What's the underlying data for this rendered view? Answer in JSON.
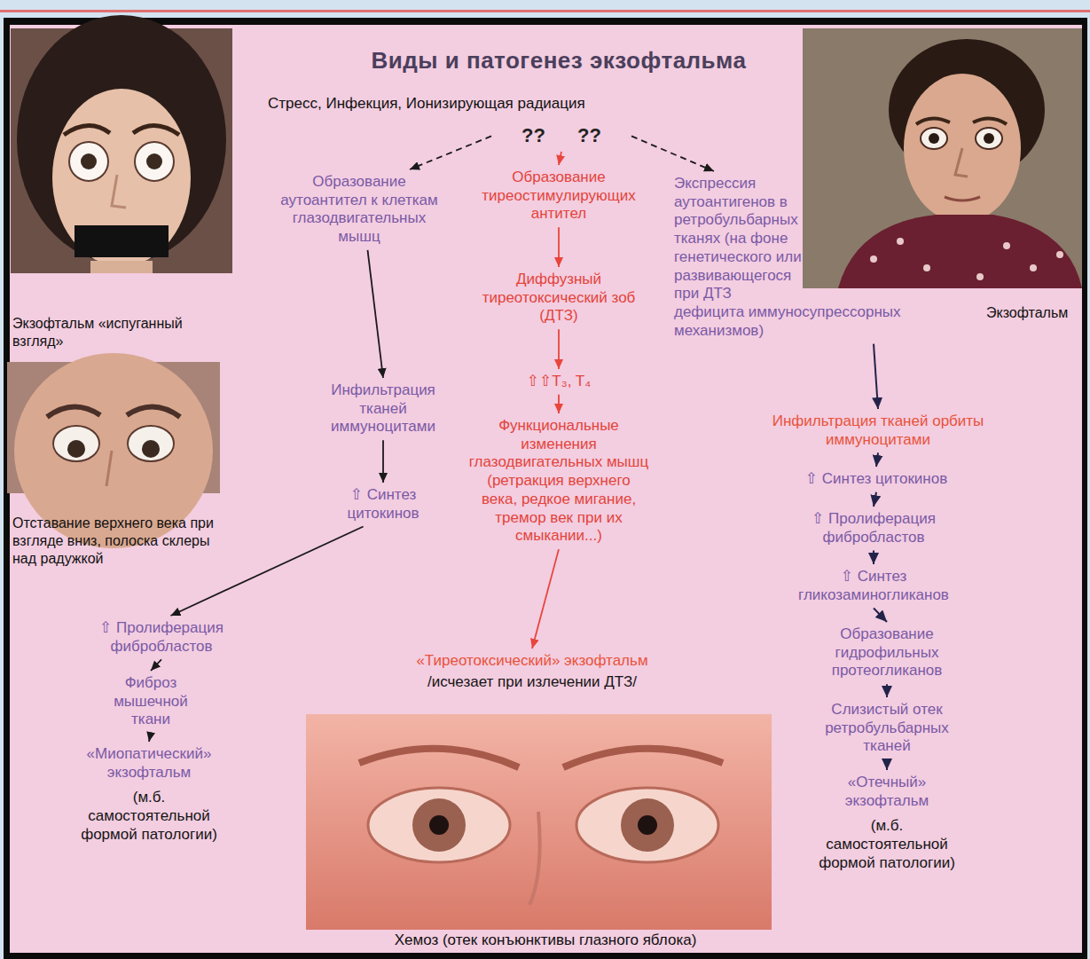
{
  "diagram": {
    "title": "Виды и патогенез экзофтальма",
    "nodes": [
      {
        "text": [
          "?? ??"
        ]
      },
      {
        "text": [
          "Образование аутоантител к клеткам глазодвигательных мышц"
        ]
      },
      {
        "text": [
          "Инфильтрация тканей иммуноцитами"
        ]
      },
      {
        "text": [
          "⇧ Синтез цитокинов"
        ]
      },
      {
        "text": [
          "⇧ Пролиферация фибробластов"
        ]
      },
      {
        "text": [
          "Фиброз мышечной ткани"
        ]
      },
      {
        "text": [
          "«Миопатический» экзофтальм",
          "(м.б. самостоятельной формой патологии)"
        ]
      },
      {
        "text": [
          "Образование тиреостимулирующих антител"
        ]
      },
      {
        "text": [
          "Диффузный тиреотоксический зоб (ДТЗ)"
        ]
      },
      {
        "text": [
          "⇧⇧T₃, T₄"
        ]
      },
      {
        "text": [
          "Функциональные изменения глазодвигательных мышц (ретракция верхнего века, редкое мигание, тремор век при их смыкании...)"
        ]
      },
      {
        "text": [
          "«Тиреотоксический» экзофтальм",
          "/исчезает при излечении ДТЗ/"
        ]
      },
      {
        "text": [
          "Экспрессия аутоантигенов в ретробульбарных тканях (на фоне генетического или развивающегося при ДТЗ дефицита иммуносупрессорных механизмов)"
        ]
      },
      {
        "text": [
          "Инфильтрация тканей орбиты иммуноцитами"
        ]
      },
      {
        "text": [
          "⇧ Синтез цитокинов"
        ]
      },
      {
        "text": [
          "⇧ Пролиферация фибробластов"
        ]
      },
      {
        "text": [
          "⇧ Синтез гликозаминогликанов"
        ]
      },
      {
        "text": [
          "Образование гидрофильных протеогликанов"
        ]
      },
      {
        "text": [
          "Слизистый отек ретробульбарных тканей"
        ]
      },
      {
        "text": [
          "«Отечный» экзофтальм",
          "(м.б. самостоятельной формой патологии)"
        ]
      }
    ],
    "edges": [
      {
        "from": 0,
        "to": 1,
        "arrow": "to"
      },
      {
        "from": 0,
        "to": 7,
        "arrow": "to"
      },
      {
        "from": 0,
        "to": 12,
        "arrow": "to"
      },
      {
        "from": 1,
        "to": 2,
        "arrow": "to"
      },
      {
        "from": 2,
        "to": 3,
        "arrow": "to"
      },
      {
        "from": 3,
        "to": 4,
        "arrow": "to"
      },
      {
        "from": 4,
        "to": 5,
        "arrow": "to"
      },
      {
        "from": 5,
        "to": 6,
        "arrow": "to"
      },
      {
        "from": 7,
        "to": 8,
        "arrow": "to"
      },
      {
        "from": 8,
        "to": 9,
        "arrow": "to"
      },
      {
        "from": 9,
        "to": 10,
        "arrow": "to"
      },
      {
        "from": 10,
        "to": 11,
        "arrow": "to"
      },
      {
        "from": 12,
        "to": 13,
        "arrow": "to"
      },
      {
        "from": 13,
        "to": 14,
        "arrow": "to"
      },
      {
        "from": 14,
        "to": 15,
        "arrow": "to"
      },
      {
        "from": 15,
        "to": 16,
        "arrow": "to"
      },
      {
        "from": 16,
        "to": 17,
        "arrow": "to"
      },
      {
        "from": 17,
        "to": 18,
        "arrow": "to"
      },
      {
        "from": 18,
        "to": 19,
        "arrow": "to"
      }
    ],
    "labels": [
      "Стресс, Инфекция, Ионизирующая радиация",
      "Экзофтальм «испуганный взгляд»",
      "Экзофтальм",
      "Отставание верхнего века при взгляде вниз, полоска склеры над радужкой",
      "Хемоз (отек конъюнктивы глазного яблока)"
    ]
  }
}
